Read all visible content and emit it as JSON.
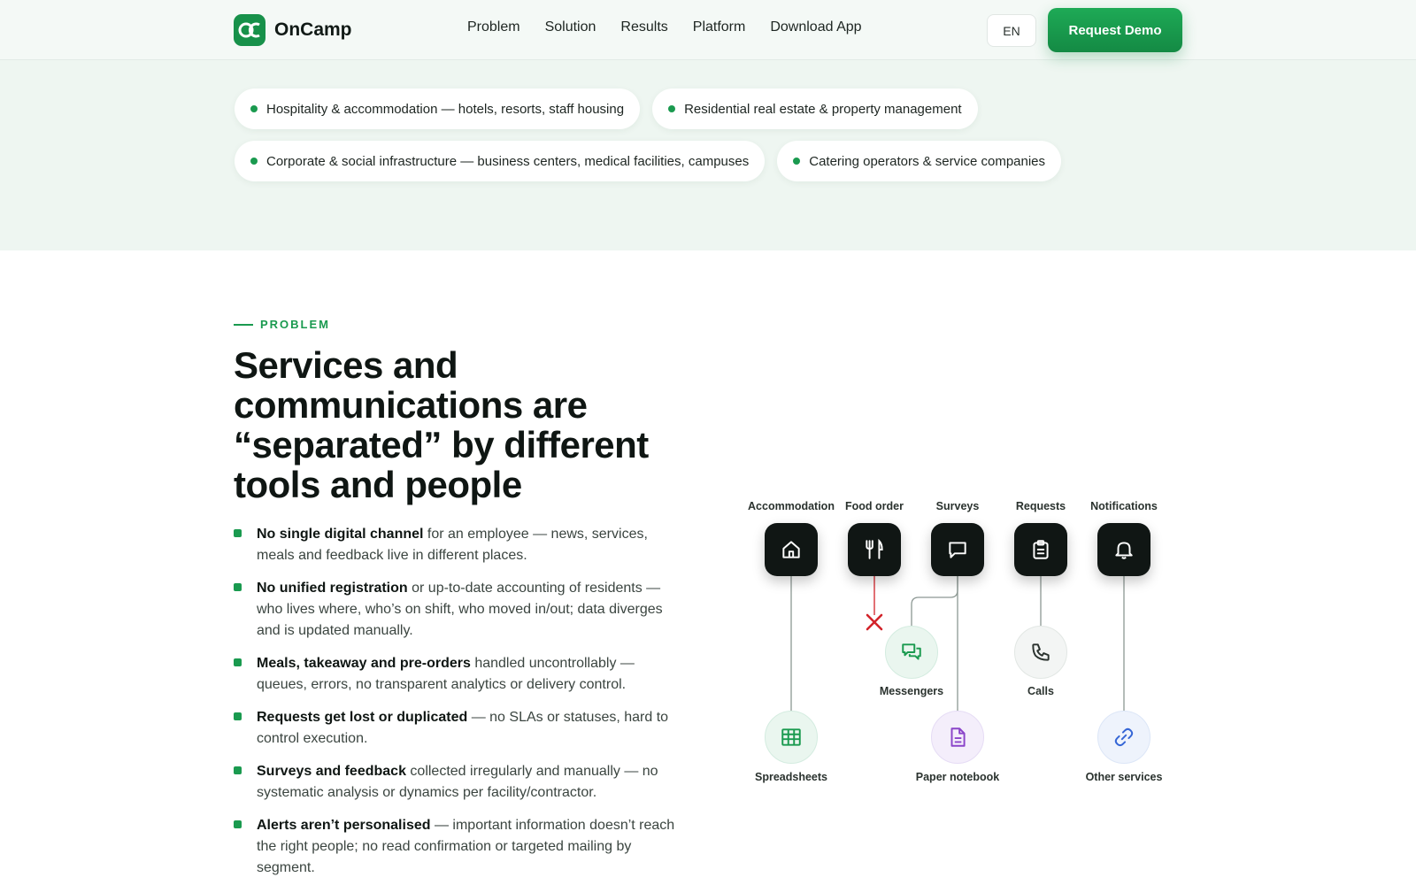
{
  "nav": {
    "brand": "OnCamp",
    "links": [
      "Problem",
      "Solution",
      "Results",
      "Platform",
      "Download App"
    ],
    "lang": "EN",
    "cta": "Request Demo"
  },
  "segments": {
    "row1": [
      "Hospitality & accommodation — hotels, resorts, staff housing",
      "Residential real estate & property management"
    ],
    "row2": [
      "Corporate & social infrastructure — business centers, medical facilities, campuses",
      "Catering operators & service companies"
    ]
  },
  "problem": {
    "eyebrow": "PROBLEM",
    "headline": "Services and communications are “separated” by different tools and people",
    "bullets": [
      {
        "bold": "No single digital channel",
        "rest": " for an employee — news, services, meals and feedback live in different places."
      },
      {
        "bold": "No unified registration",
        "rest": " or up-to-date accounting of residents — who lives where, who’s on shift, who moved in/out; data diverges and is updated manually."
      },
      {
        "bold": "Meals, takeaway and pre-orders",
        "rest": " handled uncontrollably — queues, errors, no transparent analytics or delivery control."
      },
      {
        "bold": "Requests get lost or duplicated",
        "rest": " — no SLAs or statuses, hard to control execution."
      },
      {
        "bold": "Surveys and feedback",
        "rest": " collected irregularly and manually — no systematic analysis or dynamics per facility/contractor."
      },
      {
        "bold": "Alerts aren’t personalised",
        "rest": " — important information doesn’t reach the right people; no read confirmation or targeted mailing by segment."
      }
    ]
  },
  "diagram": {
    "services": [
      "Accommodation",
      "Food order",
      "Surveys",
      "Requests",
      "Notifications"
    ],
    "tools": {
      "messengers": "Messengers",
      "calls": "Calls",
      "spreadsheets": "Spreadsheets",
      "paper": "Paper notebook",
      "other": "Other services"
    }
  },
  "colors": {
    "accent": "#1a9a4f",
    "tile": "#101614",
    "error": "#d2232a"
  }
}
